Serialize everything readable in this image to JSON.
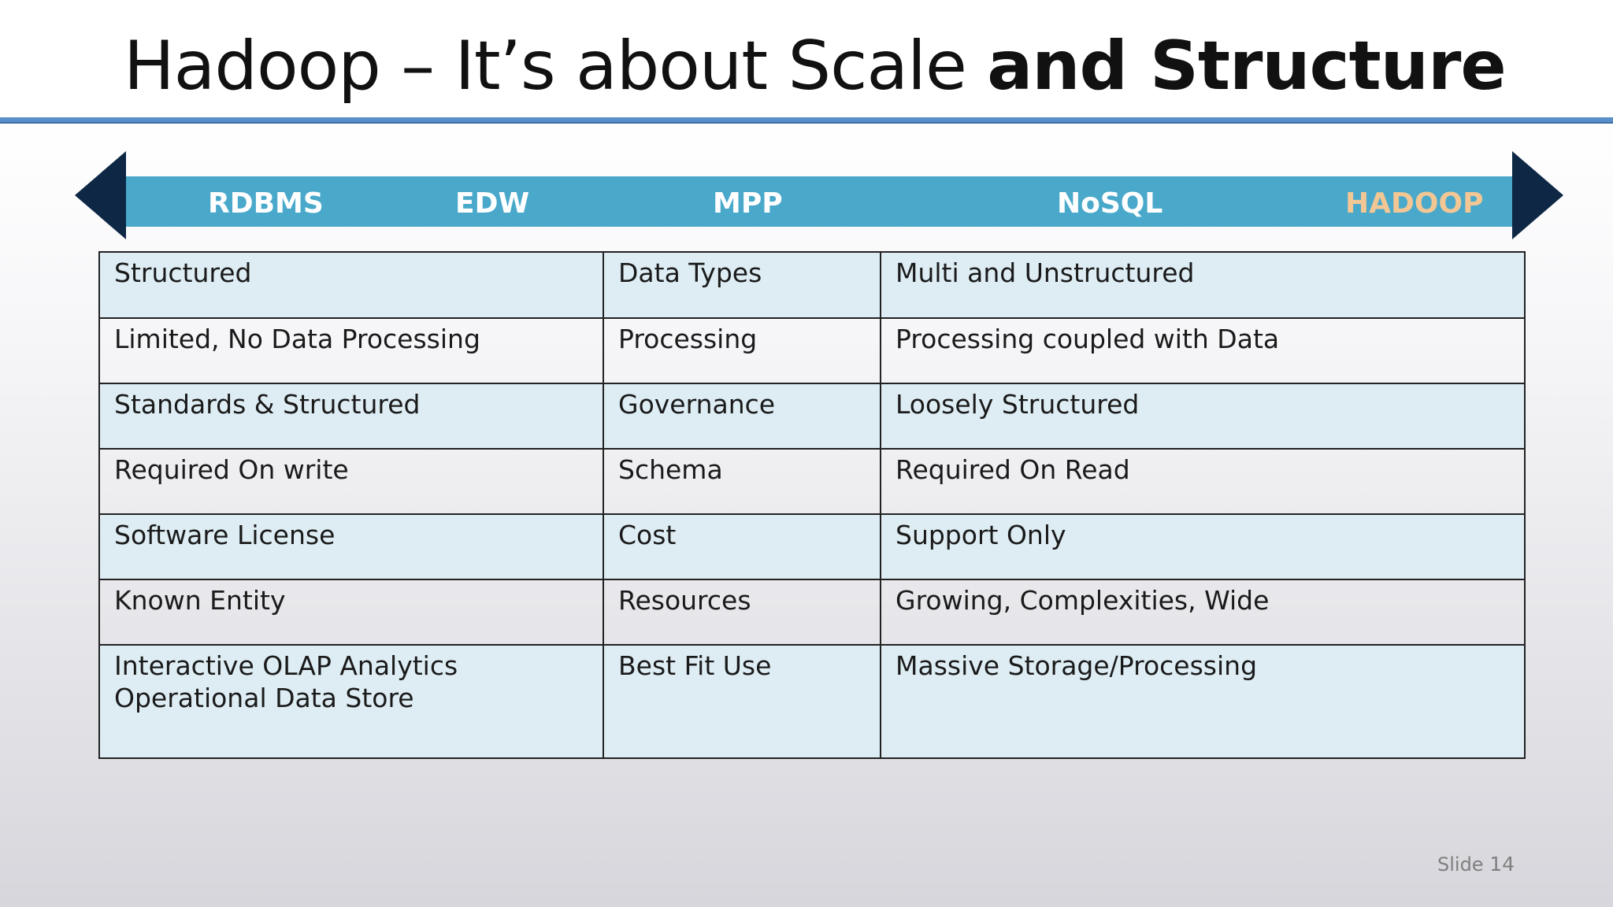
{
  "slide": {
    "title_regular": "Hadoop – It’s about Scale ",
    "title_bold": "and Structure",
    "slide_label": "Slide",
    "slide_number": "14"
  },
  "spectrum": {
    "labels": [
      "RDBMS",
      "EDW",
      "MPP",
      "NoSQL",
      "HADOOP"
    ],
    "highlight_color": "#f3c794",
    "band_color": "#4aa9cb",
    "arrow_color": "#0d2744"
  },
  "table": {
    "row_shading_color": "#deedf4",
    "rows": [
      {
        "left": [
          "Structured"
        ],
        "criterion": "Data Types",
        "right": "Multi and Unstructured"
      },
      {
        "left": [
          "Limited, No Data Processing"
        ],
        "criterion": "Processing",
        "right": "Processing coupled with Data"
      },
      {
        "left": [
          "Standards & Structured"
        ],
        "criterion": "Governance",
        "right": "Loosely Structured"
      },
      {
        "left": [
          "Required On write"
        ],
        "criterion": "Schema",
        "right": "Required On Read"
      },
      {
        "left": [
          "Software License"
        ],
        "criterion": "Cost",
        "right": "Support Only"
      },
      {
        "left": [
          "Known Entity"
        ],
        "criterion": "Resources",
        "right": "Growing, Complexities, Wide"
      },
      {
        "left": [
          "Interactive OLAP Analytics",
          "Operational Data Store"
        ],
        "criterion": "Best Fit Use",
        "right": "Massive Storage/Processing"
      }
    ]
  }
}
